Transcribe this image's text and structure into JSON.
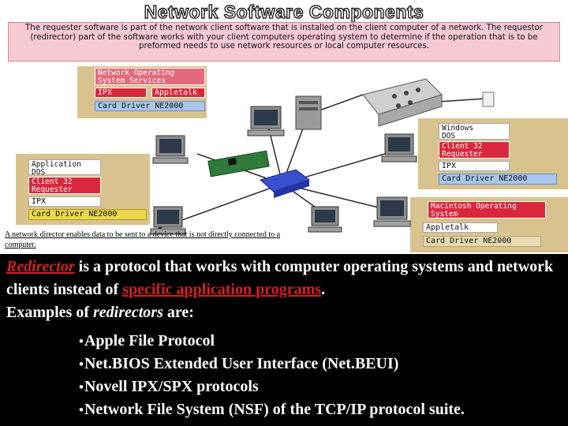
{
  "slide": {
    "title": "Network Software Components",
    "intro": "The requester software is part of the network client software that is installed on the client computer of a network. The requestor (redirector) part of the software works with your client computers operating system to determine if the operation that is to be preformed needs to use network resources or local computer resources.",
    "caption": "A network director enables data to be sent to a device that is not directly connected to a computer.",
    "stacks": {
      "top_left": {
        "nos": "Network Operating System Services",
        "ipx": "IPX",
        "appletalk": "Appletalk",
        "driver": "Card Driver NE2000"
      },
      "left": {
        "app": "Application",
        "os": "DOS",
        "requester": "Client 32 Requester",
        "ipx": "IPX",
        "driver": "Card Driver NE2000"
      },
      "right_top": {
        "os1": "Windows",
        "os2": "DOS",
        "requester": "Client 32 Requester",
        "ipx": "IPX",
        "driver": "Card Driver NE2000"
      },
      "right_bottom": {
        "os": "Macintosh Operating System",
        "appletalk": "Appletalk",
        "driver": "Card Driver NE2000"
      }
    },
    "body": {
      "redirector_term": "Redirector",
      "sentence_rest": " is a protocol that works with computer operating systems and network clients instead of ",
      "link_phrase": "specific application programs",
      "period": ".",
      "examples_lead": "Examples of ",
      "examples_term": "redirectors",
      "examples_tail": " are:",
      "bullet_symbol": "•",
      "examples": [
        "Apple File Protocol",
        "Net.BIOS Extended User Interface (Net.BEUI)",
        "Novell IPX/SPX protocols",
        "Network File System (NSF) of the TCP/IP protocol suite."
      ]
    },
    "colors": {
      "background": "#000000",
      "link": "#d42020",
      "text": "#ffffff"
    }
  }
}
